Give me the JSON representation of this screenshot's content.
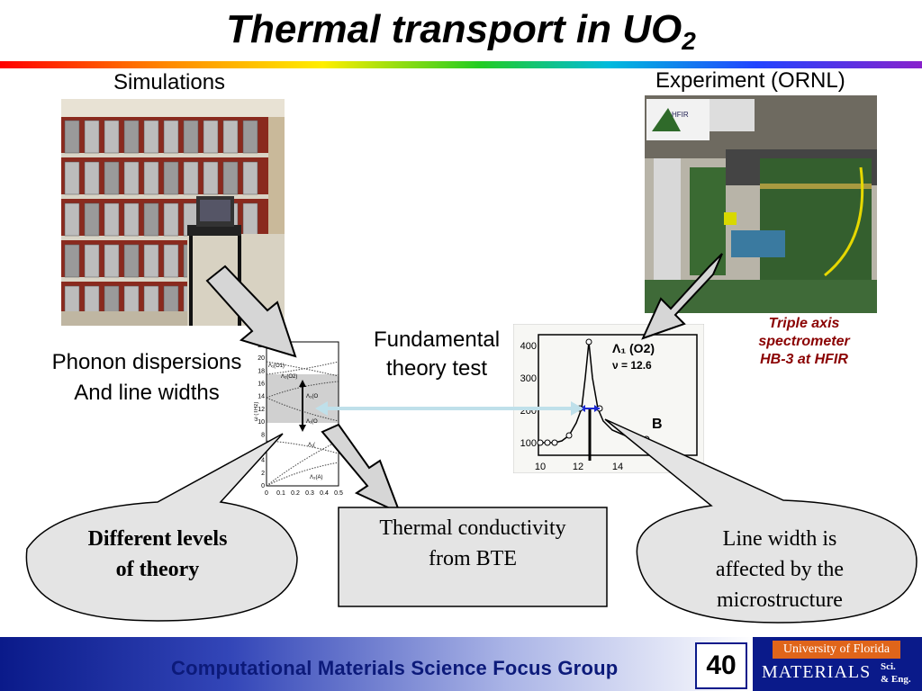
{
  "slide": {
    "title_main": "Thermal transport in UO",
    "title_sub": "2",
    "simulations_label": "Simulations",
    "experiment_label": "Experiment (ORNL)",
    "phonon_line1": "Phonon dispersions",
    "phonon_line2": "And line widths",
    "fundamental_line1": "Fundamental",
    "fundamental_line2": "theory test",
    "triple_line1": "Triple axis",
    "triple_line2": "spectrometer",
    "triple_line3": "HB-3 at HFIR",
    "bubble_left_line1": "Different levels",
    "bubble_left_line2": "of theory",
    "box_line1": "Thermal conductivity",
    "box_line2": "from BTE",
    "bubble_right_line1": "Line width is",
    "bubble_right_line2": "affected by the",
    "bubble_right_line3": "microstructure"
  },
  "dispersion_plot": {
    "y_ticks": [
      "22",
      "20",
      "18",
      "16",
      "14",
      "12",
      "10",
      "8",
      "6",
      "4",
      "2",
      "0"
    ],
    "y_label": "ω (THz)",
    "x_ticks": [
      "0",
      "0.1",
      "0.2",
      "0.3",
      "0.4",
      "0.5"
    ],
    "branch_labels": [
      "Λ₁(O1)",
      "Λ₂(O2)",
      "Λ₃(O",
      "Λ₁(O",
      "Λ₁(",
      "Λ₃(A)"
    ]
  },
  "peak_plot": {
    "y_ticks": [
      "400",
      "300",
      "200",
      "100"
    ],
    "x_ticks": [
      "10",
      "12",
      "14"
    ],
    "annotation_label": "Λ₁ (O2)",
    "annotation_nu": "ν = 12.6",
    "panel_letter": "B"
  },
  "footer": {
    "group_name": "Computational Materials Science Focus Group",
    "page_number": "40",
    "uf_name": "University of Florida",
    "uf_materials": "MATERIALS",
    "uf_sci": "Sci.",
    "uf_eng": "& Eng."
  },
  "colors": {
    "arrow_fill": "#d6d6d6",
    "bubble_fill": "#e4e4e4",
    "footer_blue": "#0a1a8a",
    "uf_orange": "#e0651a",
    "experiment_green": "#2f5a2a"
  }
}
